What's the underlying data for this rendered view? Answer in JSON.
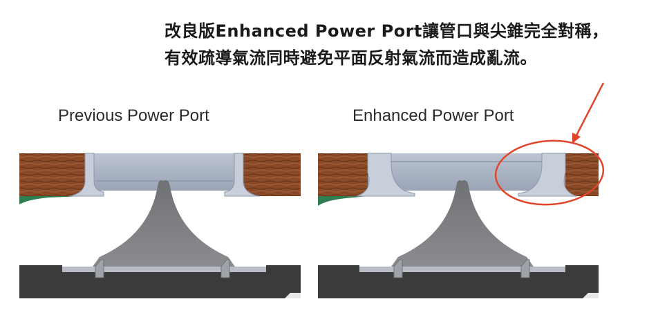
{
  "caption": {
    "line1": "改良版Enhanced Power Port讓管口與尖錐完全對稱，",
    "line2": "有效疏導氣流同時避免平面反射氣流而造成亂流。"
  },
  "panels": [
    {
      "title": "Previous Power Port"
    },
    {
      "title": "Enhanced Power Port"
    }
  ],
  "colors": {
    "wood": "#8a4a28",
    "cone": "#7d7f82",
    "port_tube": "#a9b3c4",
    "base": "#3b3b3b",
    "annotation": "#e0452b"
  }
}
